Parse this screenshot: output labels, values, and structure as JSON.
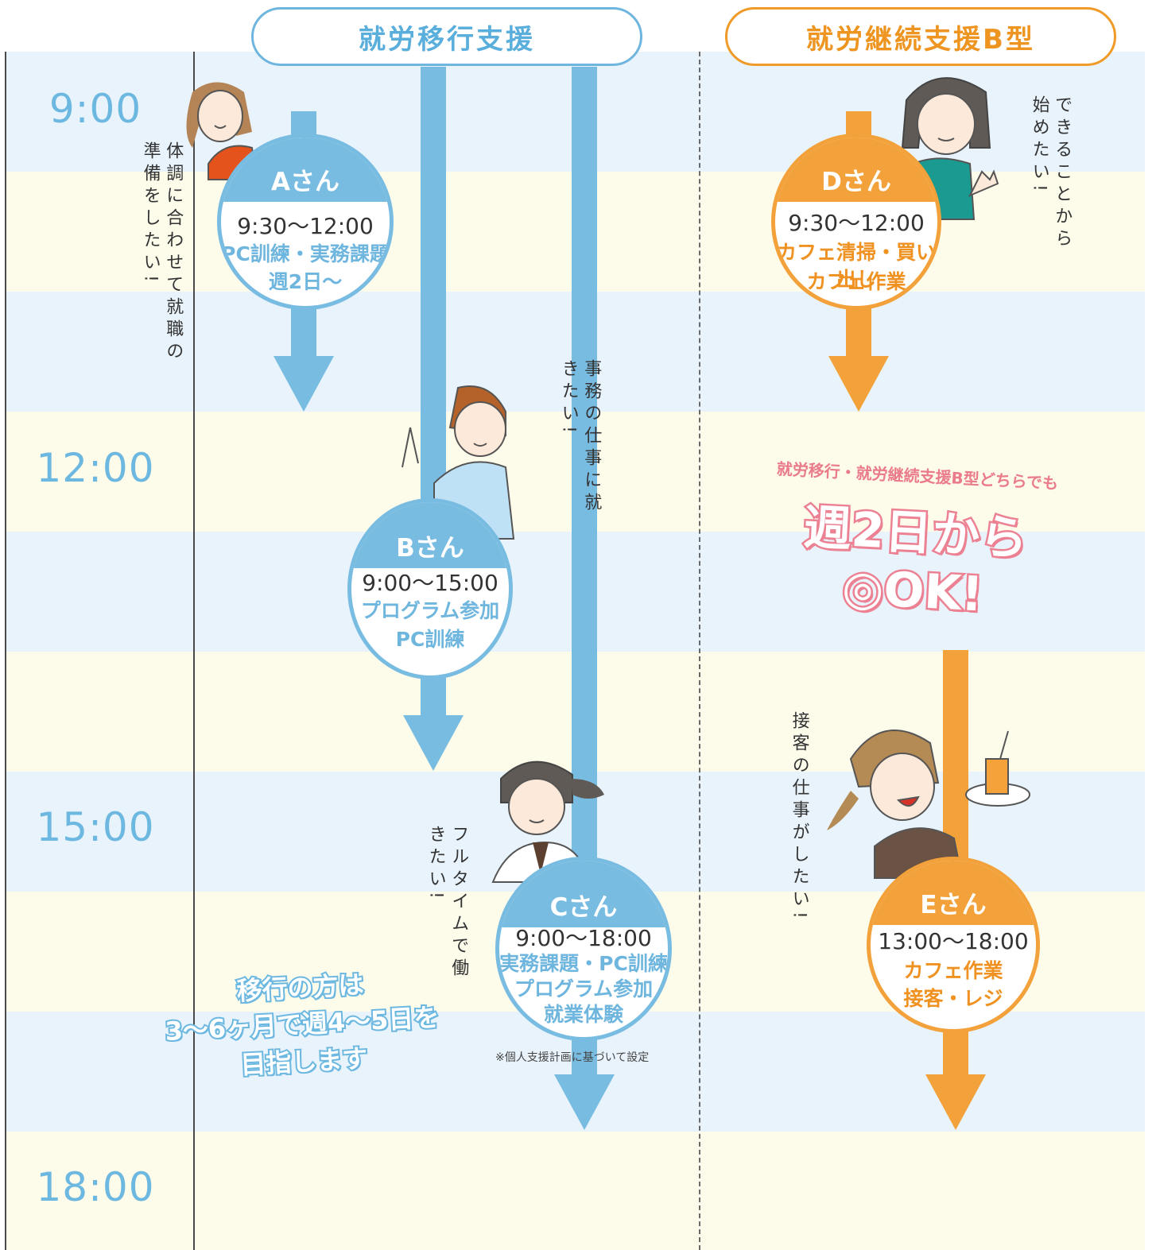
{
  "headers": {
    "left": "就労移行支援",
    "right": "就労継続支援B型"
  },
  "times": [
    "9:00",
    "12:00",
    "15:00",
    "18:00"
  ],
  "persons": {
    "a": {
      "name": "Aさん",
      "hours": "9:30〜12:00",
      "activity1": "PC訓練・実務課題",
      "activity2": "週2日〜",
      "speech": "体調に合わせて就職の準備をしたい!"
    },
    "b": {
      "name": "Bさん",
      "hours": "9:00〜15:00",
      "activity1": "プログラム参加",
      "activity2": "PC訓練"
    },
    "c": {
      "name": "Cさん",
      "hours": "9:00〜18:00",
      "activity1": "実務課題・PC訓練",
      "activity2": "プログラム参加",
      "activity3": "就業体験",
      "speech": "フルタイムで働きたい!"
    },
    "d": {
      "name": "Dさん",
      "hours": "9:30〜12:00",
      "activity1": "カフェ清掃・買い出し",
      "activity2": "カフェ作業",
      "speech": "できることから始めたい!"
    },
    "e": {
      "name": "Eさん",
      "hours": "13:00〜18:00",
      "activity1": "カフェ作業",
      "activity2": "接客・レジ",
      "speech": "接客の仕事がしたい!"
    }
  },
  "b_speech": "事務の仕事に就きたい!",
  "note": "※個人支援計画に基づいて設定",
  "promo": {
    "title": "就労移行・就労継続支援B型どちらでも",
    "big": "週2日から◎OK!"
  },
  "goal": {
    "line1": "移行の方は",
    "line2": "3〜6ヶ月で週4〜5日を",
    "line3": "目指します"
  },
  "colors": {
    "blue": "#79bce2",
    "orange": "#f3a13a",
    "pink": "#ec8193",
    "band_blue": "#e8f3fb",
    "band_cream": "#fdfbea"
  }
}
